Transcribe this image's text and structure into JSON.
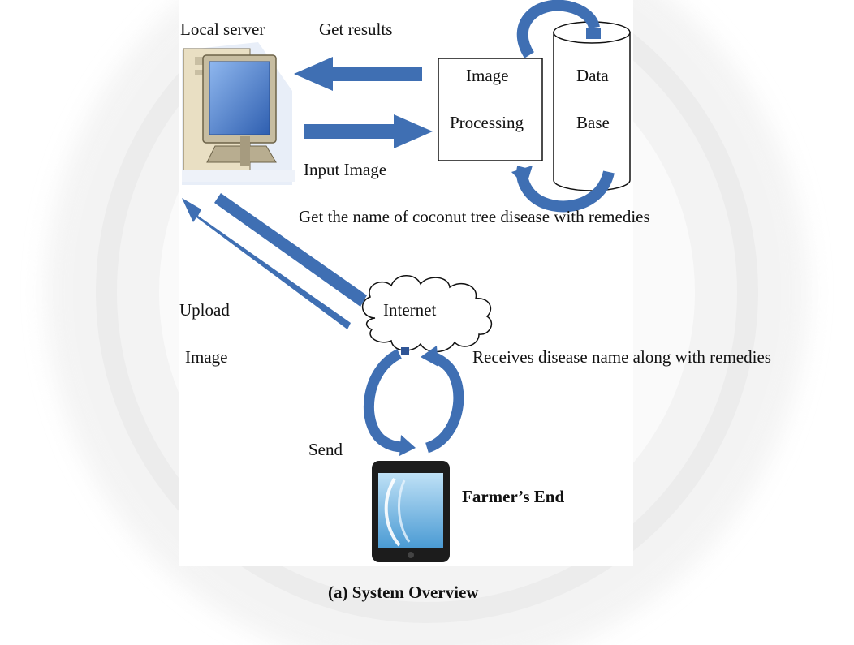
{
  "labels": {
    "local_server": "Local server",
    "get_results": "Get results",
    "image_processing_line1": "Image",
    "image_processing_line2": "Processing",
    "database_line1": "Data",
    "database_line2": "Base",
    "input_image": "Input Image",
    "get_name": "Get the name of coconut tree disease with remedies",
    "upload": "Upload",
    "image": "Image",
    "internet": "Internet",
    "receives": "Receives disease name along with remedies",
    "send": "Send",
    "farmers_end": "Farmer’s End"
  },
  "caption": "(a)  System Overview",
  "colors": {
    "arrow": "#3f6fb3",
    "arrow_dark": "#2f5596",
    "stroke": "#111111",
    "monitor_screen": "#5f8fd6",
    "pc_beige": "#e6dcc2"
  },
  "icons": [
    "computer-icon",
    "cloud-icon",
    "phone-icon",
    "cylinder-icon"
  ]
}
